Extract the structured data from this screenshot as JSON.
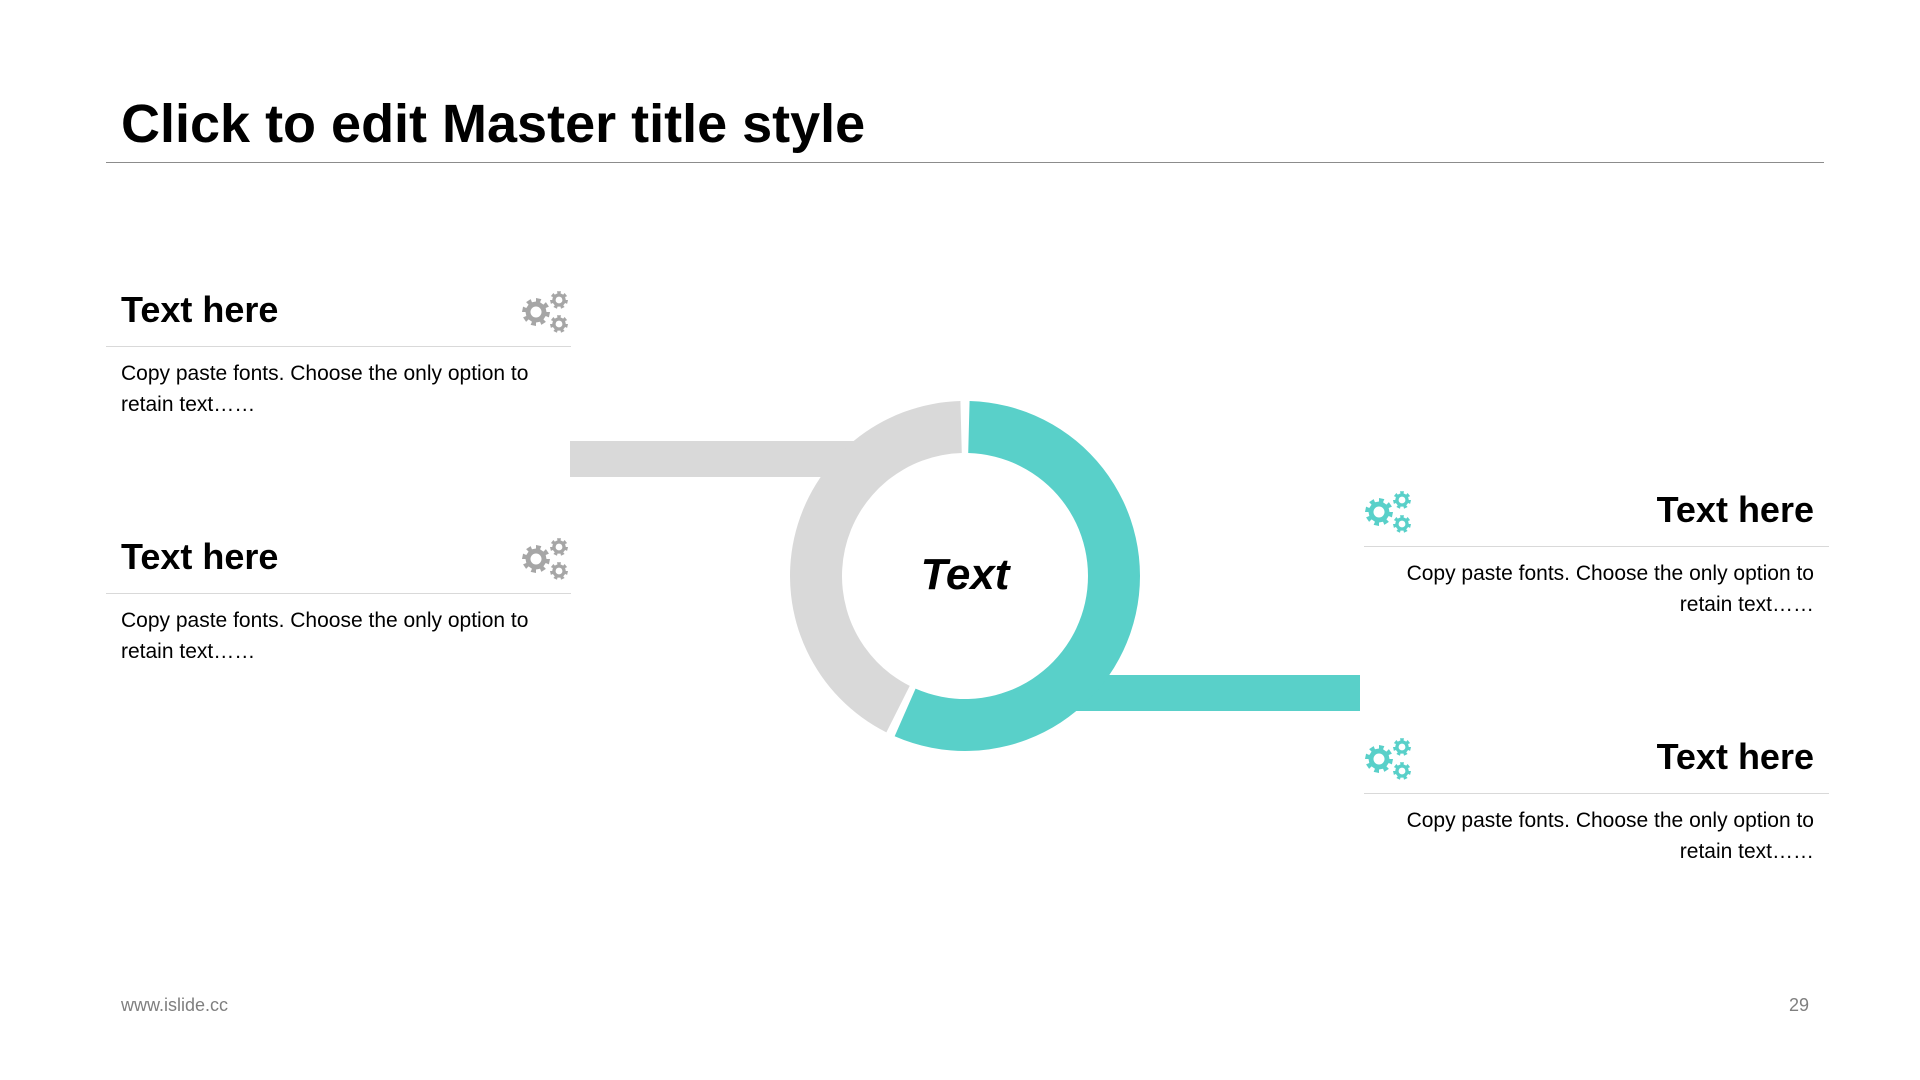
{
  "slide": {
    "title": "Click to edit Master title style",
    "center_label": "Text"
  },
  "colors": {
    "accent": "#59D0C9",
    "neutral": "#D9D9D9",
    "icon_gray": "#A6A6A6",
    "rule": "#8C8C8C",
    "footer_text": "#7F7F7F"
  },
  "blocks": [
    {
      "heading": "Text here",
      "body": "Copy paste fonts. Choose the only option to retain text……",
      "icon": "gears-icon",
      "icon_color": "#A6A6A6"
    },
    {
      "heading": "Text here",
      "body": "Copy paste fonts. Choose the only option to retain text……",
      "icon": "gears-icon",
      "icon_color": "#A6A6A6"
    },
    {
      "heading": "Text here",
      "body": "Copy paste fonts. Choose the only option to retain text……",
      "icon": "gears-icon",
      "icon_color": "#59D0C9"
    },
    {
      "heading": "Text here",
      "body": "Copy paste fonts. Choose the only option to retain text……",
      "icon": "gears-icon",
      "icon_color": "#59D0C9"
    }
  ],
  "donut": {
    "segments": [
      {
        "color": "#59D0C9",
        "share": 0.57
      },
      {
        "color": "#D9D9D9",
        "share": 0.43
      }
    ]
  },
  "footer": {
    "url": "www.islide.cc",
    "page_number": "29"
  }
}
